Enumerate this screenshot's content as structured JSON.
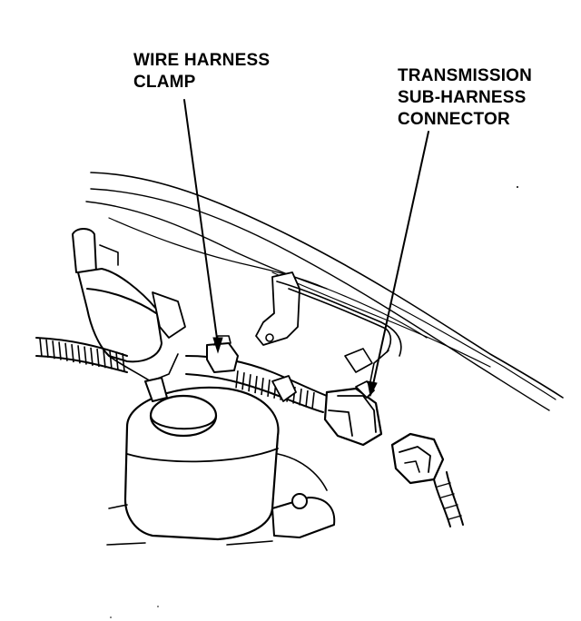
{
  "callouts": {
    "wire_harness_clamp": {
      "line1": "WIRE HARNESS",
      "line2": "CLAMP"
    },
    "sub_harness_connector": {
      "line1": "TRANSMISSION",
      "line2": "SUB-HARNESS",
      "line3": "CONNECTOR"
    }
  },
  "colors": {
    "ink": "#000000",
    "paper": "#ffffff"
  }
}
